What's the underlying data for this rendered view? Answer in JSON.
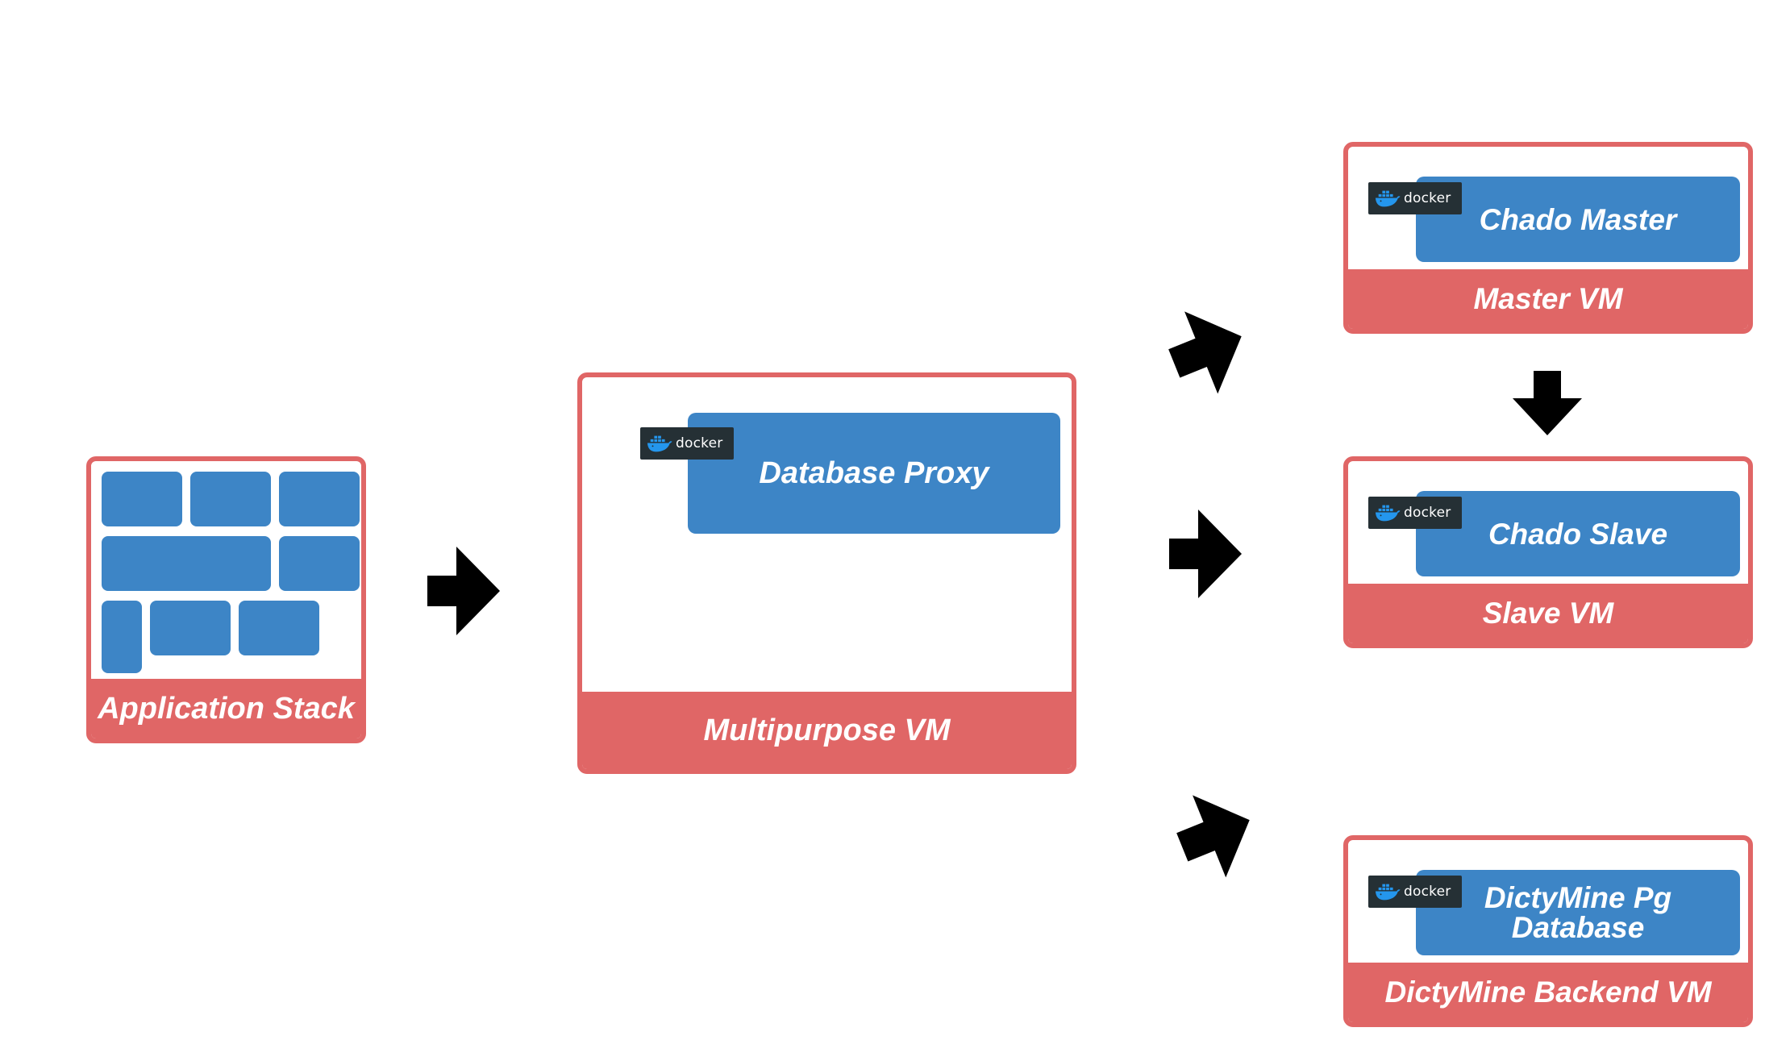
{
  "colors": {
    "vm_border": "#e06666",
    "vm_label_bg": "#e06666",
    "service_blue": "#3d85c6",
    "docker_badge_bg": "#253035",
    "docker_whale": "#2496ed",
    "arrow": "#000000"
  },
  "icons": {
    "docker_logo": "docker-whale-icon",
    "arrow": "arrow-icon"
  },
  "app_stack": {
    "label": "Application Stack"
  },
  "multipurpose_vm": {
    "label": "Multipurpose VM",
    "service": "Database Proxy",
    "badge": "docker"
  },
  "master_vm": {
    "label": "Master VM",
    "service": "Chado Master",
    "badge": "docker"
  },
  "slave_vm": {
    "label": "Slave VM",
    "service": "Chado Slave",
    "badge": "docker"
  },
  "dictymine_vm": {
    "label": "DictyMine Backend VM",
    "service_line1": "DictyMine Pg",
    "service_line2": "Database",
    "badge": "docker"
  }
}
